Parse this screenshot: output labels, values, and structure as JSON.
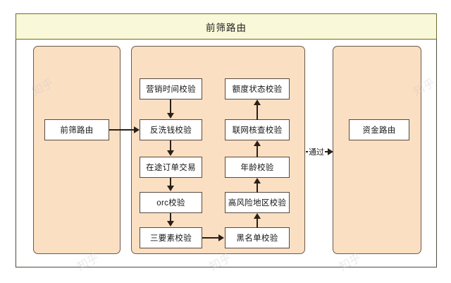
{
  "diagram": {
    "title": "前筛路由",
    "lanes": [
      {
        "id": "left",
        "nodes": [
          {
            "label": "前筛路由"
          }
        ]
      },
      {
        "id": "middle",
        "nodes": [
          {
            "label": "营销时间校验"
          },
          {
            "label": "反洗钱校验"
          },
          {
            "label": "在途订单交易"
          },
          {
            "label": "orc校验"
          },
          {
            "label": "三要素校验"
          },
          {
            "label": "额度状态校验"
          },
          {
            "label": "联网核查校验"
          },
          {
            "label": "年龄校验"
          },
          {
            "label": "高风险地区校验"
          },
          {
            "label": "黑名单校验"
          }
        ]
      },
      {
        "id": "right",
        "nodes": [
          {
            "label": "资金路由"
          }
        ]
      }
    ],
    "edge_labels": {
      "pass": "通过"
    },
    "watermark": "知乎",
    "colors": {
      "title_band_fill": "#f9f8d8",
      "title_band_border": "#6e6a34",
      "lane_fill": "#fbdfc3",
      "lane_border": "#6b5a4c",
      "node_fill": "#ffffff",
      "node_border": "#574a3f",
      "connector": "#2a2018",
      "page_background": "#ffffff"
    }
  }
}
